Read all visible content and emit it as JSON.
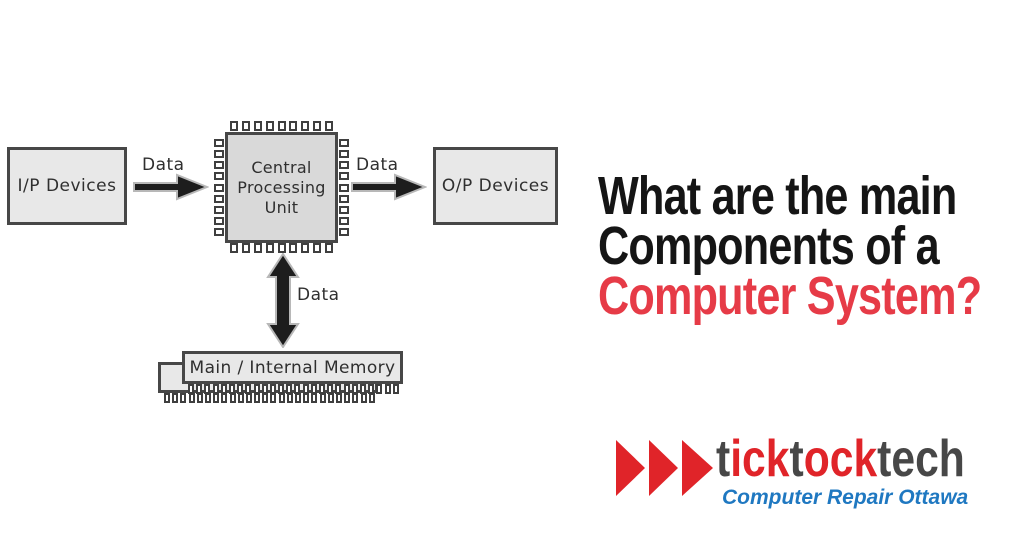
{
  "heading": {
    "line1": "What are the main",
    "line2": "Components of a",
    "line3": "Computer System?",
    "text_color": "#151515",
    "accent_color": "#e63b47"
  },
  "diagram": {
    "input_box": {
      "label": "I/P Devices"
    },
    "cpu": {
      "line1": "Central",
      "line2": "Processing",
      "line3": "Unit"
    },
    "output_box": {
      "label": "O/P Devices"
    },
    "memory": {
      "label": "Main / Internal Memory"
    },
    "flow_labels": {
      "input_to_cpu": "Data",
      "cpu_to_output": "Data",
      "cpu_to_memory": "Data"
    },
    "colors": {
      "box_fill": "#e8e8e8",
      "cpu_fill": "#d9d9d9",
      "border": "#474747",
      "arrow_fill": "#1d1d1d",
      "arrow_outline": "#b8b8b8",
      "label_text": "#2f2f2f"
    }
  },
  "logo": {
    "segments": [
      {
        "text": "t",
        "color": "#474747"
      },
      {
        "text": "ick",
        "color": "#e02429"
      },
      {
        "text": "t",
        "color": "#474747"
      },
      {
        "text": "ock",
        "color": "#e02429"
      },
      {
        "text": "tech",
        "color": "#474747"
      }
    ],
    "tagline": "Computer Repair Ottawa",
    "tagline_color": "#1f78c1",
    "arrow_color": "#e02429"
  }
}
